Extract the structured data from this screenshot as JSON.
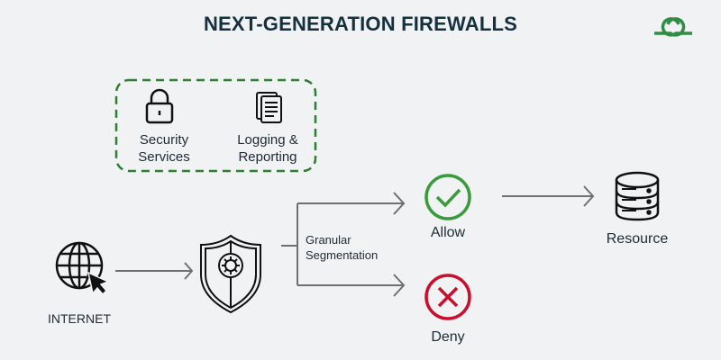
{
  "title": "NEXT-GENERATION FIREWALLS",
  "logo": {
    "name": "geeksforgeeks-logo",
    "color": "#2f8d46"
  },
  "services_box": {
    "border_color": "#2f7d32",
    "items": [
      {
        "icon": "lock-icon",
        "label_line1": "Security",
        "label_line2": "Services"
      },
      {
        "icon": "documents-icon",
        "label_line1": "Logging &",
        "label_line2": "Reporting"
      }
    ]
  },
  "nodes": {
    "internet": {
      "icon": "globe-cursor-icon",
      "label": "INTERNET"
    },
    "firewall": {
      "icon": "shield-gear-icon"
    },
    "segmentation": {
      "label_line1": "Granular",
      "label_line2": "Segmentation"
    },
    "allow": {
      "icon": "check-circle-icon",
      "label": "Allow",
      "color": "#3a9a3e"
    },
    "deny": {
      "icon": "x-circle-icon",
      "label": "Deny",
      "color": "#c8102e"
    },
    "resource": {
      "icon": "database-icon",
      "label": "Resource"
    }
  },
  "colors": {
    "arrow": "#6f6f6f",
    "icon_stroke": "#111111"
  }
}
